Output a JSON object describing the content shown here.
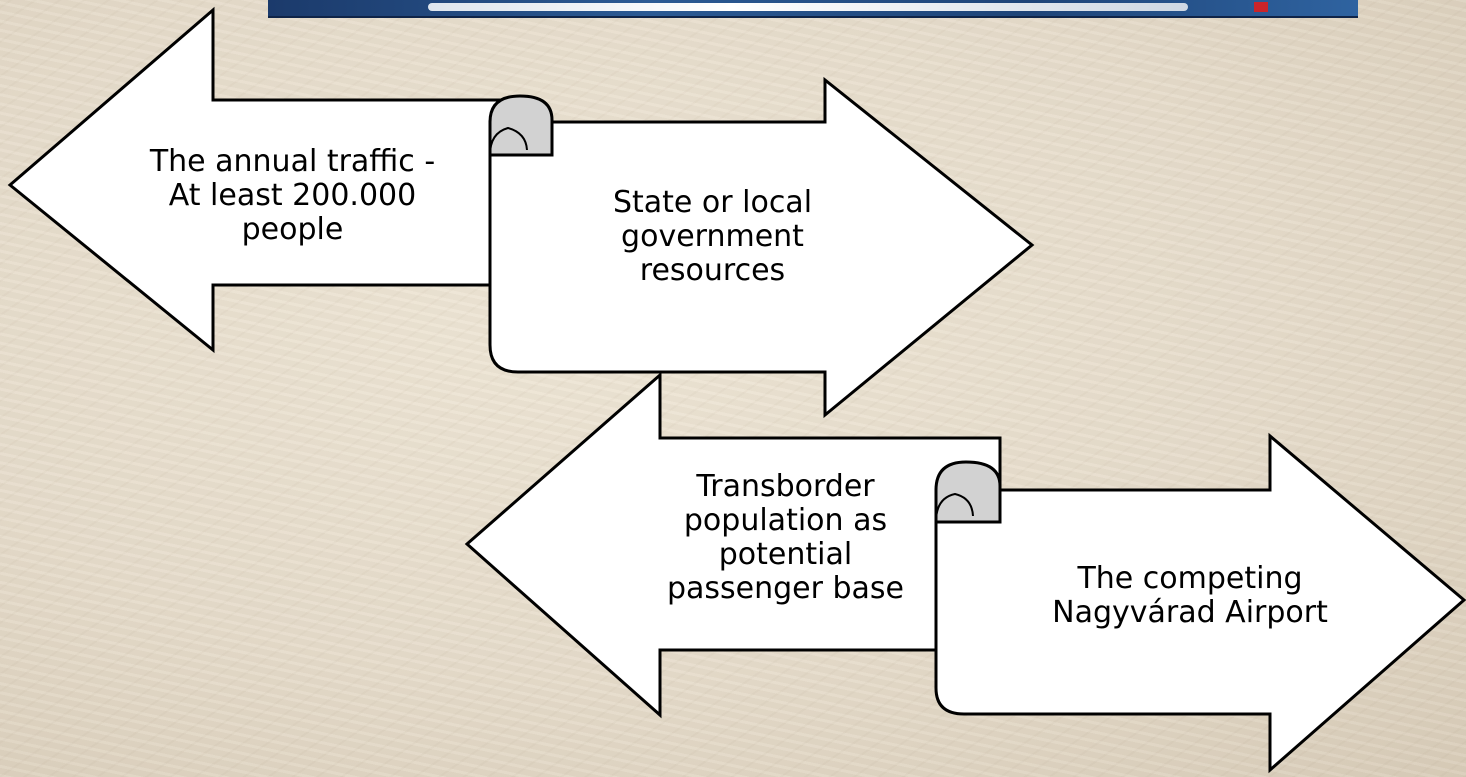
{
  "diagram": {
    "nodes": [
      {
        "id": "annual-traffic",
        "text_lines": [
          "The annual traffic -",
          "At least 200.000",
          "people"
        ],
        "direction": "left"
      },
      {
        "id": "government-resources",
        "text_lines": [
          "State or local",
          "government",
          "resources"
        ],
        "direction": "right"
      },
      {
        "id": "transborder-population",
        "text_lines": [
          "Transborder",
          "population as",
          "potential",
          "passenger base"
        ],
        "direction": "left"
      },
      {
        "id": "competing-airport",
        "text_lines": [
          "The competing",
          "Nagyvárad Airport"
        ],
        "direction": "right"
      }
    ]
  },
  "colors": {
    "arrow_fill": "#ffffff",
    "arrow_stroke": "#000000",
    "curl_fill": "#d2d2d2",
    "header_photo": "#1e4478"
  }
}
